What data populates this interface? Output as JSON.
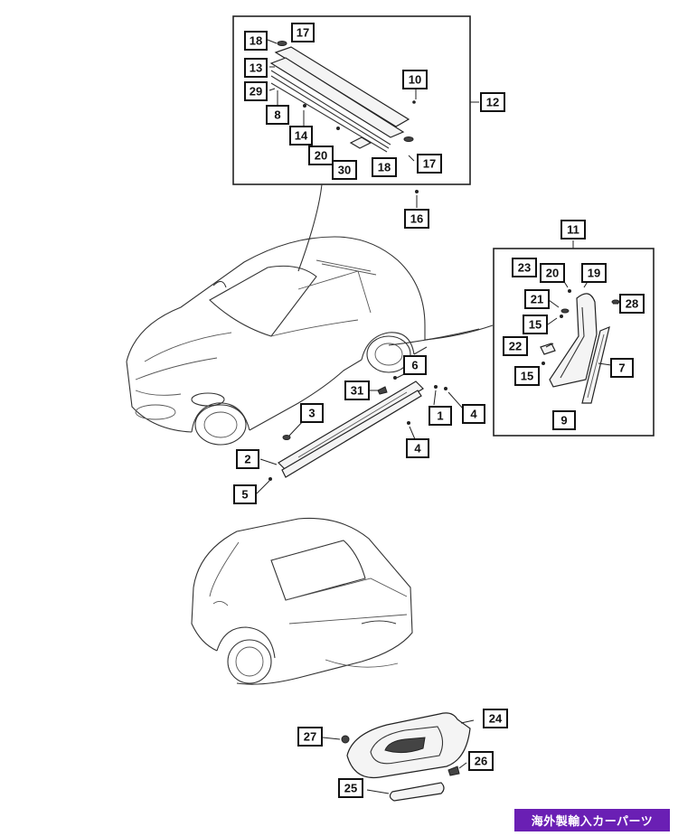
{
  "callouts": {
    "c1": "1",
    "c2": "2",
    "c3": "3",
    "c4a": "4",
    "c4b": "4",
    "c5": "5",
    "c6": "6",
    "c7": "7",
    "c8": "8",
    "c9": "9",
    "c10": "10",
    "c11": "11",
    "c12": "12",
    "c13": "13",
    "c14": "14",
    "c15a": "15",
    "c15b": "15",
    "c16": "16",
    "c17a": "17",
    "c17b": "17",
    "c18a": "18",
    "c18b": "18",
    "c19": "19",
    "c20a": "20",
    "c20b": "20",
    "c21": "21",
    "c22": "22",
    "c23": "23",
    "c24": "24",
    "c25": "25",
    "c26": "26",
    "c27": "27",
    "c28": "28",
    "c29": "29",
    "c30": "30",
    "c31": "31"
  },
  "watermark": "海外製輸入カーパーツ",
  "colors": {
    "line": "#222222",
    "background": "#ffffff",
    "watermark_bg": "#6a1fb4"
  }
}
